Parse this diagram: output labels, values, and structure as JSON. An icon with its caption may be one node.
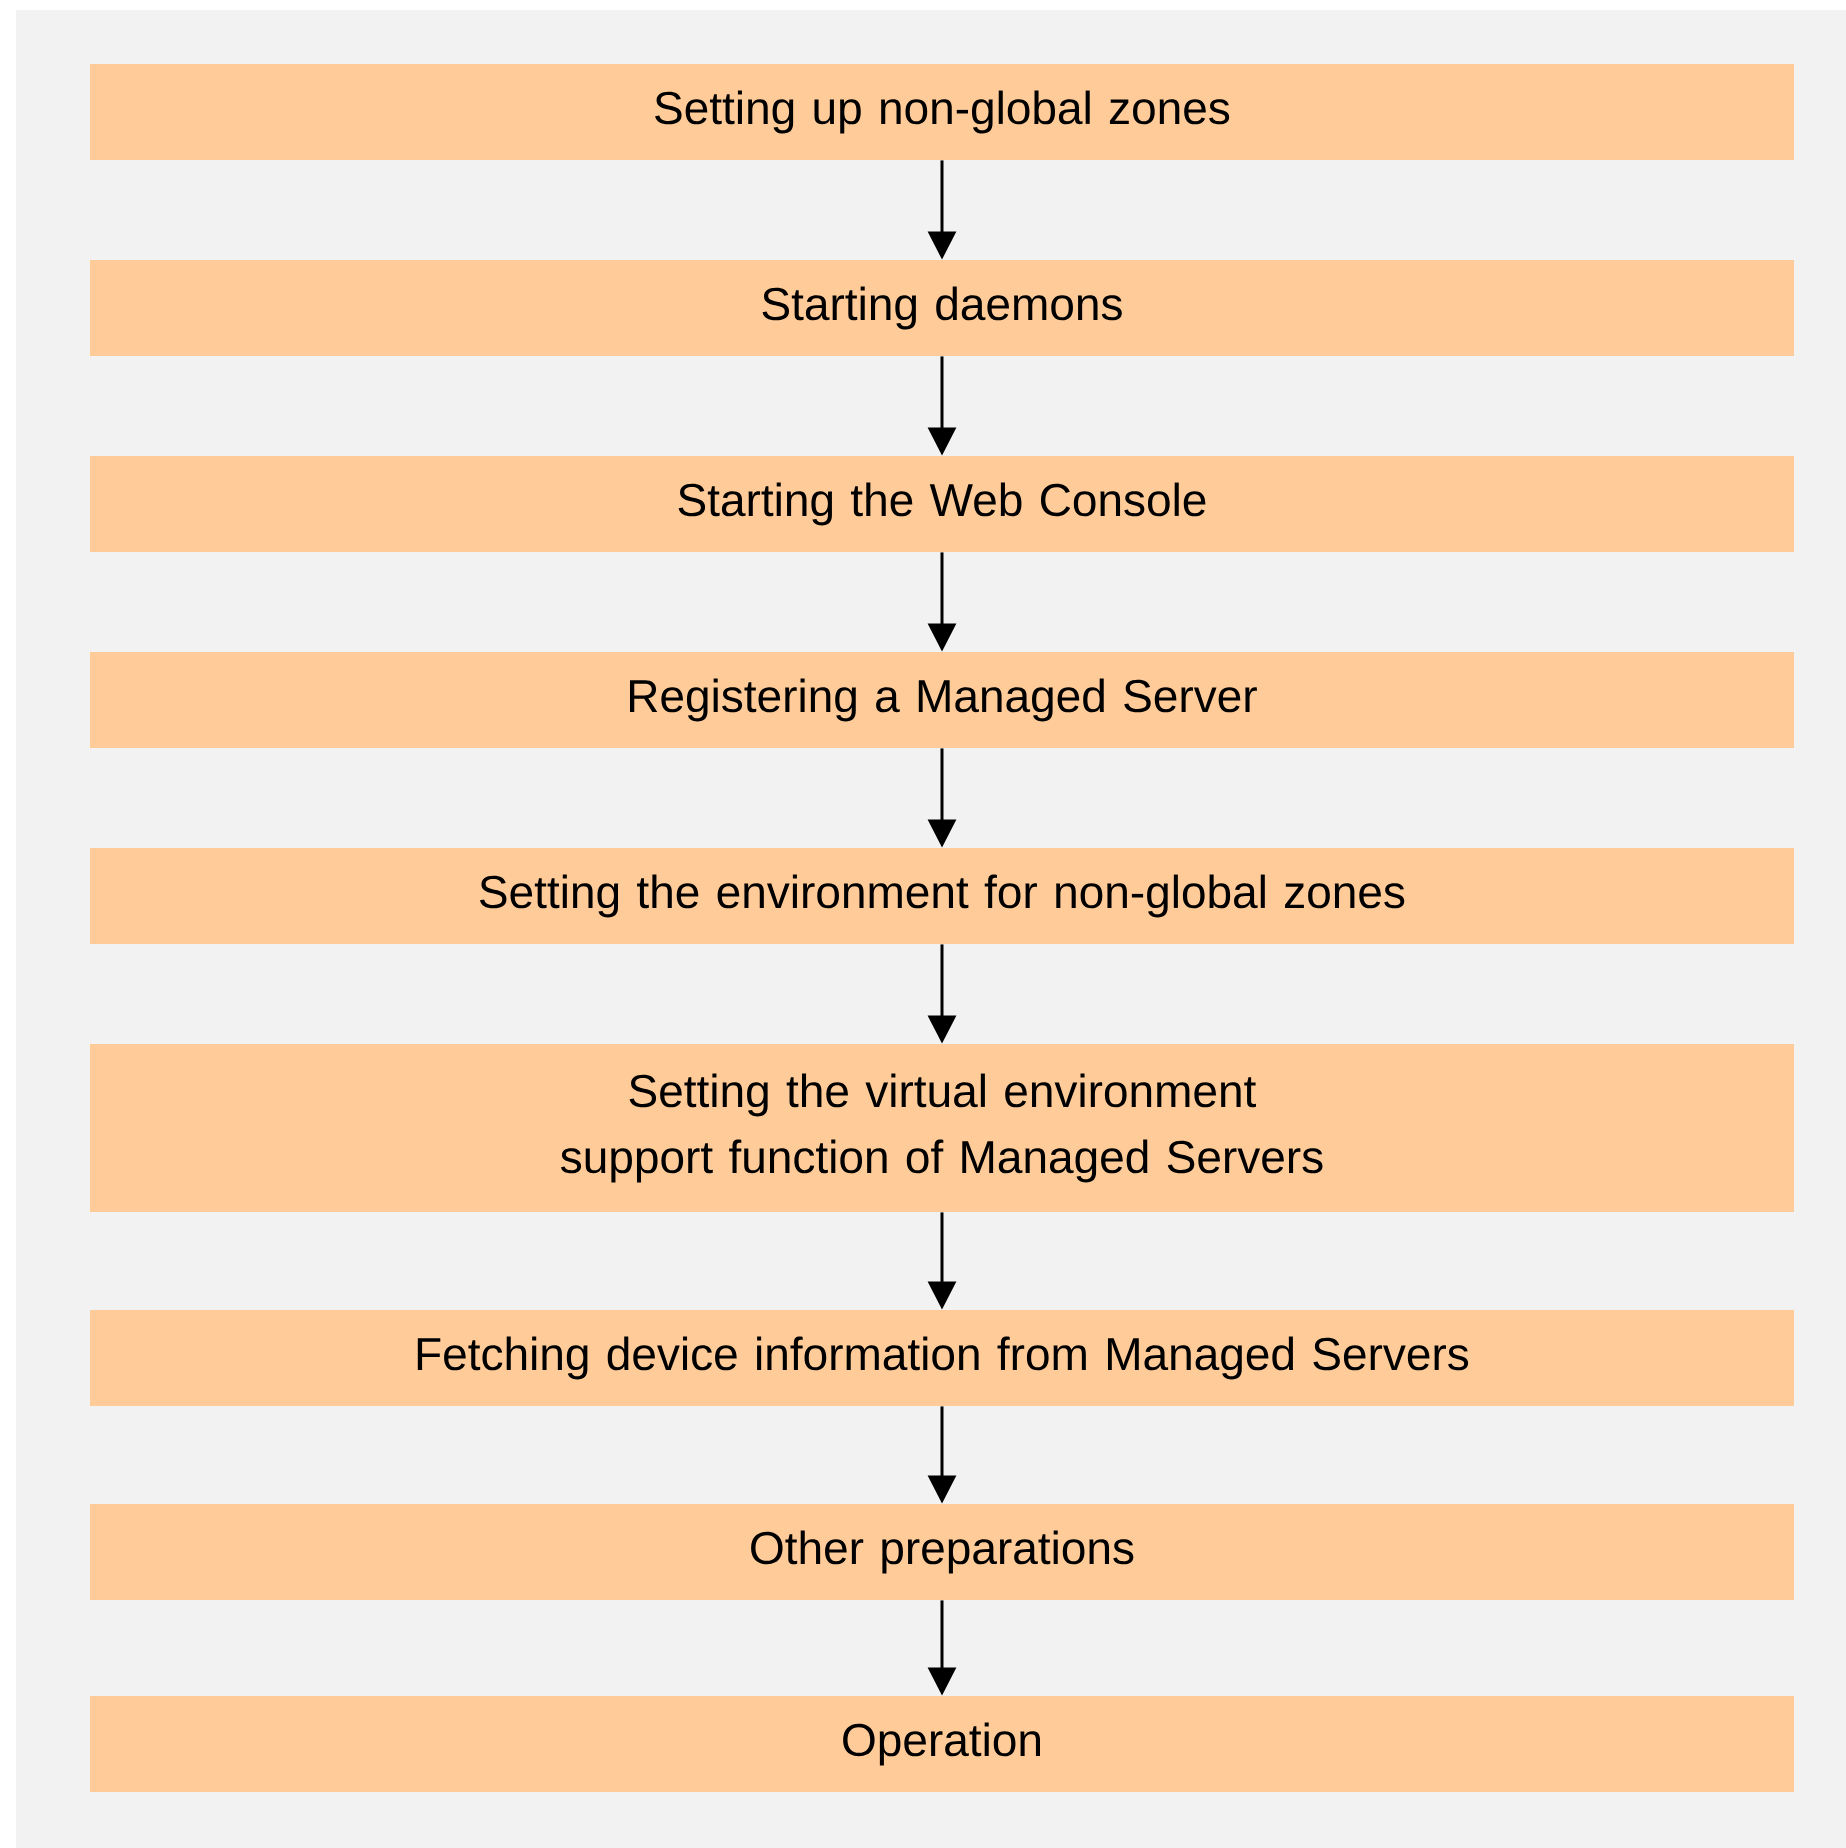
{
  "diagram": {
    "nodes": [
      {
        "text": [
          "Setting up non-global zones"
        ]
      },
      {
        "text": [
          "Starting daemons"
        ]
      },
      {
        "text": [
          "Starting the Web Console"
        ]
      },
      {
        "text": [
          "Registering a Managed Server"
        ]
      },
      {
        "text": [
          "Setting the environment for non-global zones"
        ]
      },
      {
        "text": [
          "Setting the virtual environment support function of Managed Servers"
        ]
      },
      {
        "text": [
          "Fetching device information from Managed Servers"
        ]
      },
      {
        "text": [
          "Other preparations"
        ]
      },
      {
        "text": [
          "Operation"
        ]
      }
    ],
    "edges": [
      {
        "from": 0,
        "to": 1,
        "arrow": "to"
      },
      {
        "from": 1,
        "to": 2,
        "arrow": "to"
      },
      {
        "from": 2,
        "to": 3,
        "arrow": "to"
      },
      {
        "from": 3,
        "to": 4,
        "arrow": "to"
      },
      {
        "from": 4,
        "to": 5,
        "arrow": "to"
      },
      {
        "from": 5,
        "to": 6,
        "arrow": "to"
      },
      {
        "from": 6,
        "to": 7,
        "arrow": "to"
      },
      {
        "from": 7,
        "to": 8,
        "arrow": "to"
      }
    ]
  }
}
